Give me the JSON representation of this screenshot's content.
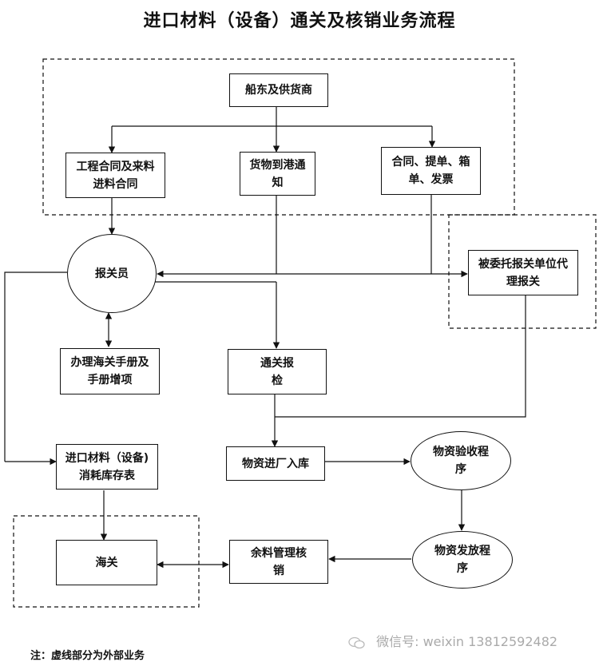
{
  "title": "进口材料（设备）通关及核销业务流程",
  "nodes": {
    "shipper": "船东及供货商",
    "contract": "工程合同及来料进料合同",
    "arrival": "货物到港通知",
    "documents": "合同、提单、箱单、发票",
    "broker": "报关员",
    "agent": "被委托报关单位代理报关",
    "handbook": "办理海关手册及手册增项",
    "clearance": "通关报检",
    "stock_table": "进口材料（设备)消耗库存表",
    "warehouse": "物资进厂入库",
    "inspection": "物资验收程序",
    "release": "物资发放程序",
    "customs": "海关",
    "surplus": "余料管理核销"
  },
  "note": "注：虚线部分为外部业务",
  "watermark": "微信号: weixin 13812592482"
}
